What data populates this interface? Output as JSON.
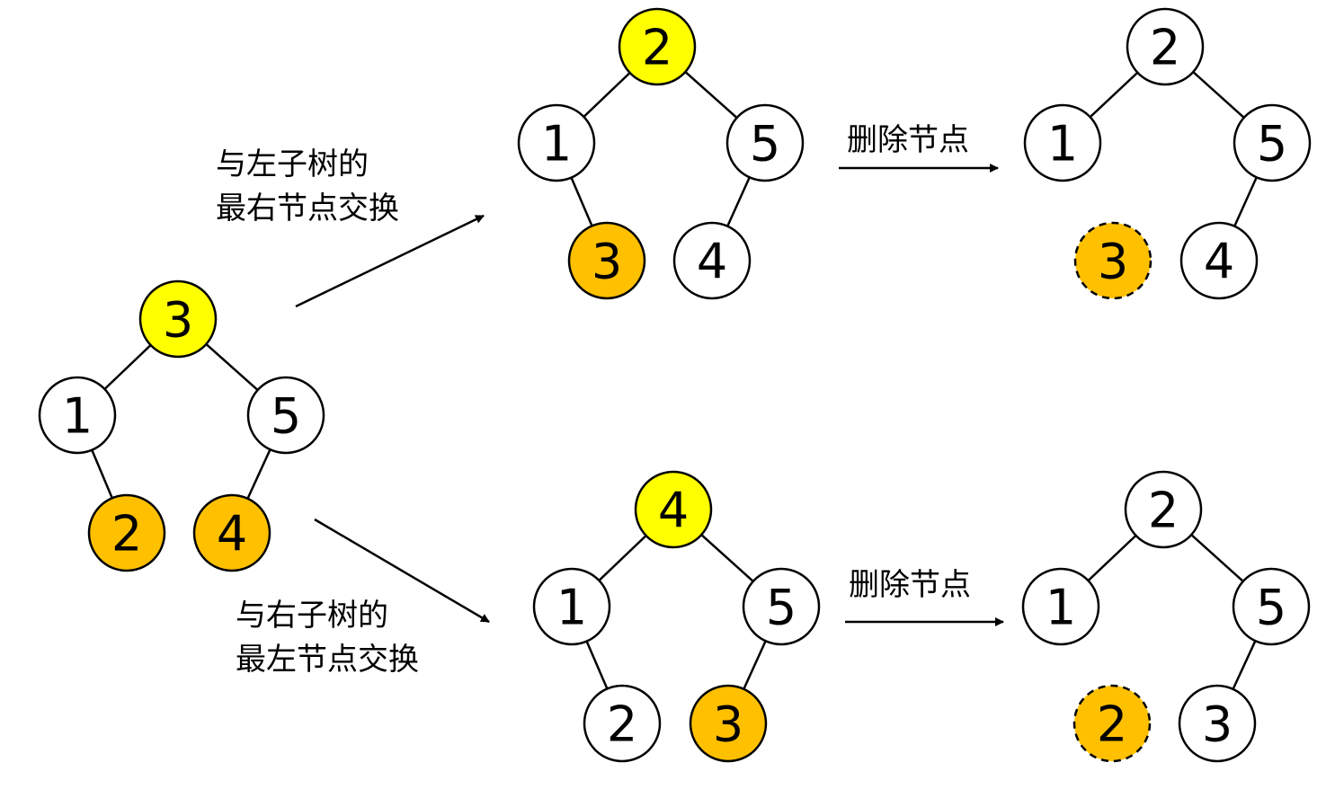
{
  "colors": {
    "root_highlight": "#FFFF00",
    "swapped_node": "#FFC000",
    "normal_node": "#FFFFFF",
    "stroke": "#000000"
  },
  "trees": {
    "original": {
      "root": "3",
      "left": "1",
      "right": "5",
      "left_right": "2",
      "right_left": "4"
    },
    "top_swapped": {
      "root": "2",
      "left": "1",
      "right": "5",
      "left_right": "3",
      "right_left": "4"
    },
    "top_deleted": {
      "root": "2",
      "left": "1",
      "right": "5",
      "removed": "3",
      "right_left": "4"
    },
    "bottom_swapped": {
      "root": "4",
      "left": "1",
      "right": "5",
      "right_left": "2",
      "right_right": "3"
    },
    "bottom_deleted": {
      "root": "2",
      "left": "1",
      "right": "5",
      "removed": "2",
      "right_right": "3"
    }
  },
  "captions": {
    "left_swap_line1": "与左子树的",
    "left_swap_line2": "最右节点交换",
    "right_swap_line1": "与右子树的",
    "right_swap_line2": "最左节点交换",
    "delete_top": "删除节点",
    "delete_bottom": "删除节点"
  }
}
